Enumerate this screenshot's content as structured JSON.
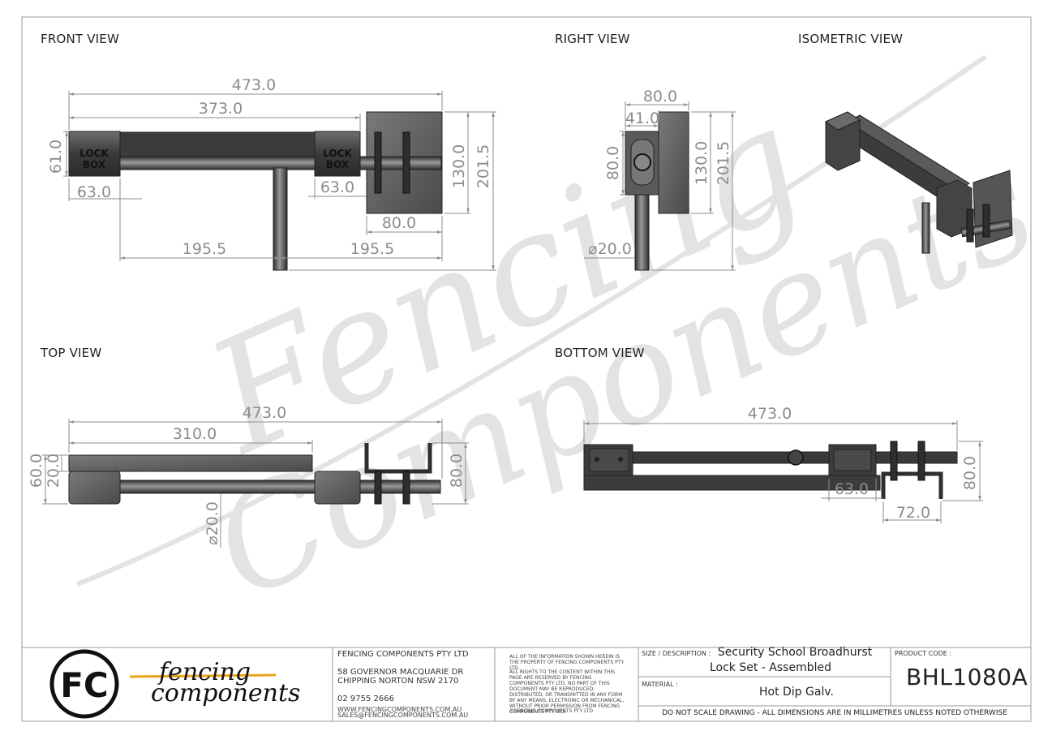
{
  "views": {
    "front": "FRONT VIEW",
    "right": "RIGHT VIEW",
    "isometric": "ISOMETRIC VIEW",
    "top": "TOP VIEW",
    "bottom": "BOTTOM VIEW"
  },
  "box_label": [
    "LOCK",
    "BOX"
  ],
  "dims": {
    "front": {
      "overall": "473.0",
      "inner": "373.0",
      "box_h": "61.0",
      "box_w_left": "63.0",
      "box_w_right": "63.0",
      "plate_h": "130.0",
      "total_h": "201.5",
      "plate_w": "80.0",
      "half_left": "195.5",
      "half_right": "195.5"
    },
    "right": {
      "width": "80.0",
      "offset": "41.0",
      "box_h": "80.0",
      "plate_h": "130.0",
      "total_h": "201.5",
      "rod_dia": "⌀20.0"
    },
    "top": {
      "overall": "473.0",
      "bar": "310.0",
      "depth": "60.0",
      "gap": "20.0",
      "bracket": "80.0",
      "rod_dia": "⌀20.0"
    },
    "bottom": {
      "overall": "473.0",
      "box_w": "63.0",
      "bracket_w": "72.0",
      "height": "80.0"
    }
  },
  "watermark": {
    "line1": "Fencing",
    "line2": "Components"
  },
  "title_block": {
    "logo_initials": "FC",
    "logo_word1": "fencing",
    "logo_word2": "components",
    "company": "FENCING COMPONENTS PTY LTD",
    "address1": "58 GOVERNOR MACQUARIE DR",
    "address2": "CHIPPING NORTON NSW 2170",
    "phone": "02 9755 2666",
    "web": "WWW.FENCINGCOMPONENTS.COM.AU",
    "email": "SALES@FENCINGCOMPONENTS.COM.AU",
    "legal1": "ALL OF THE INFORMATION SHOWN HEREIN IS THE PROPERTY OF FENCING COMPONENTS PTY LTD.",
    "legal2": "ALL RIGHTS TO THE CONTENT WITHIN THIS PAGE ARE RESERVED BY FENCING COMPONENTS PTY LTD. NO PART OF THIS DOCUMENT MAY BE REPRODUCED, DISTRIBUTED, OR TRANSMITTED IN ANY FORM BY ANY MEANS, ELECTRONIC OR MECHANICAL, WITHOUT PRIOR PERMISSION FROM FENCING COMPONENTS PTY LTD.",
    "copyright": "©FENCING COMPONENTS PTY LTD",
    "size_caption": "SIZE / DESCRIPTION :",
    "desc1": "Security School Broadhurst",
    "desc2": "Lock Set - Assembled",
    "material_caption": "MATERIAL :",
    "material": "Hot Dip Galv.",
    "code_caption": "PRODUCT CODE :",
    "code": "BHL1080A",
    "note": "DO NOT SCALE DRAWING - ALL DIMENSIONS ARE IN MILLIMETRES UNLESS NOTED OTHERWISE"
  },
  "colors": {
    "steel": "#3c3c3c",
    "steel_light": "#8a8a8a",
    "dim": "#8c8c8c",
    "frame": "#bdbdbd",
    "accent": "#e8a317"
  }
}
